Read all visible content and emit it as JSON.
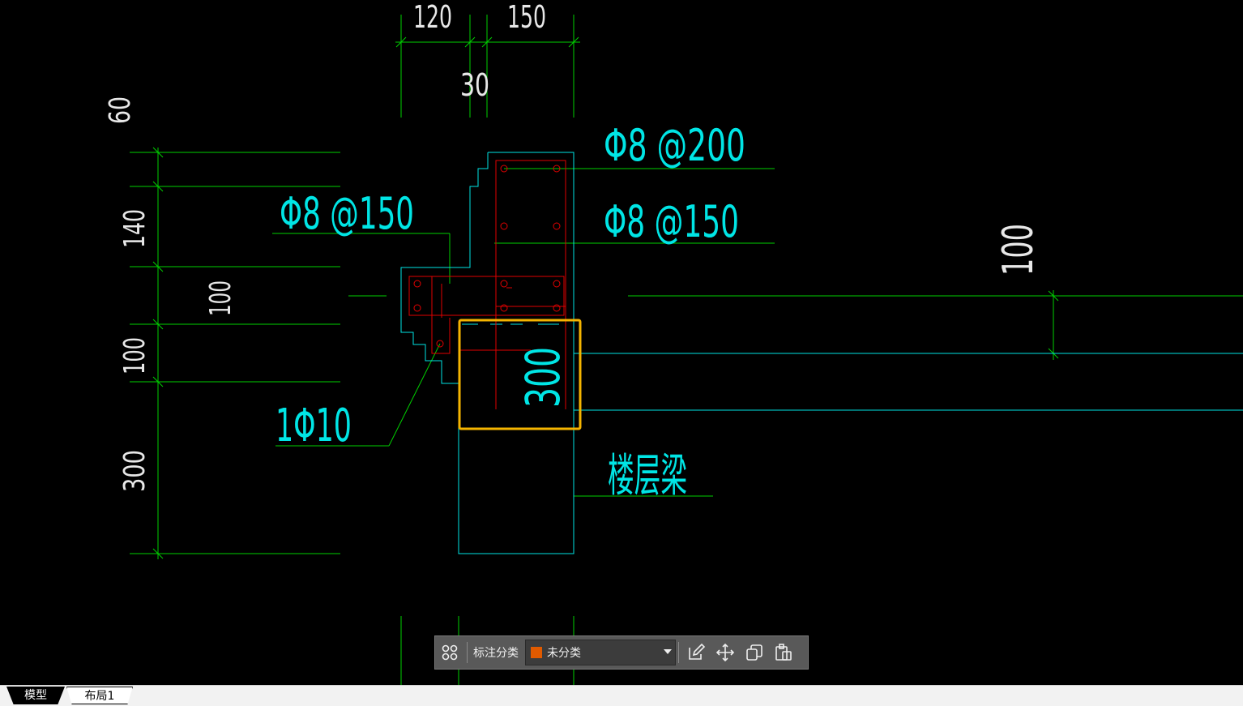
{
  "drawing": {
    "dimensions": {
      "top_120": "120",
      "top_150": "150",
      "top_30": "30",
      "left_60": "60",
      "left_140": "140",
      "left_100_a": "100",
      "left_100_b": "100",
      "left_300": "300",
      "right_100": "100",
      "beam_300": "300"
    },
    "annotations": {
      "rebar_top": "Φ8 @200",
      "rebar_right": "Φ8 @150",
      "rebar_left": "Φ8 @150",
      "rebar_single": "1Φ10",
      "floor_beam": "楼层梁"
    },
    "colors": {
      "background": "#000000",
      "dimension_lines": "#00d000",
      "outline": "#00e5e5",
      "rebar": "#e00000",
      "highlight": "#f5b400"
    }
  },
  "toolbar": {
    "grid_icon": "grid-icon",
    "label": "标注分类",
    "select_value": "未分类",
    "swatch_color": "#e05a00",
    "edit_icon": "edit-icon",
    "move_icon": "move-icon",
    "copy_icon": "copy-icon",
    "paste_icon": "paste-icon"
  },
  "tabs": {
    "model": "模型",
    "layout1": "布局1"
  }
}
